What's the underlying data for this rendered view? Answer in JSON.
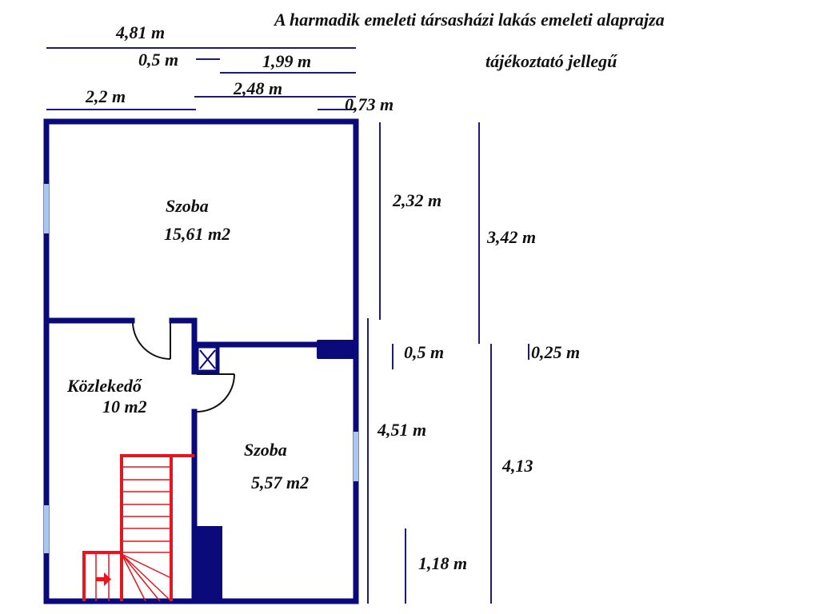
{
  "header": {
    "title": "A harmadik emeleti társasházi lakás emeleti alaprajza",
    "subtitle": "tájékoztató jellegű"
  },
  "colors": {
    "wall": "#0a0a7a",
    "dimension_line": "#1a1a80",
    "window": "#a8c8ec",
    "stairs": "#e8141e",
    "text": "#111111",
    "background": "#ffffff"
  },
  "dimensions": {
    "top": {
      "total_width": "4,81 m",
      "offset_a": "0,5 m",
      "segment_a": "1,99 m",
      "segment_b": "2,48 m",
      "segment_c": "2,2 m",
      "segment_d": "0,73 m"
    },
    "right": {
      "upper_room_inner": "2,32 m",
      "upper_room_outer": "3,42 m",
      "wall_a": "0,5 m",
      "wall_b": "0,25 m",
      "lower_inner": "4,51 m",
      "lower_outer": "4,13",
      "bottom_segment": "1,18 m"
    }
  },
  "rooms": [
    {
      "name": "Szoba",
      "area": "15,61 m2"
    },
    {
      "name": "Közlekedő",
      "area": "10 m2"
    },
    {
      "name": "Szoba",
      "area": "5,57 m2"
    }
  ],
  "symbols": {
    "chimney": "chimney-x-box",
    "stairs_direction": "arrow-right"
  }
}
